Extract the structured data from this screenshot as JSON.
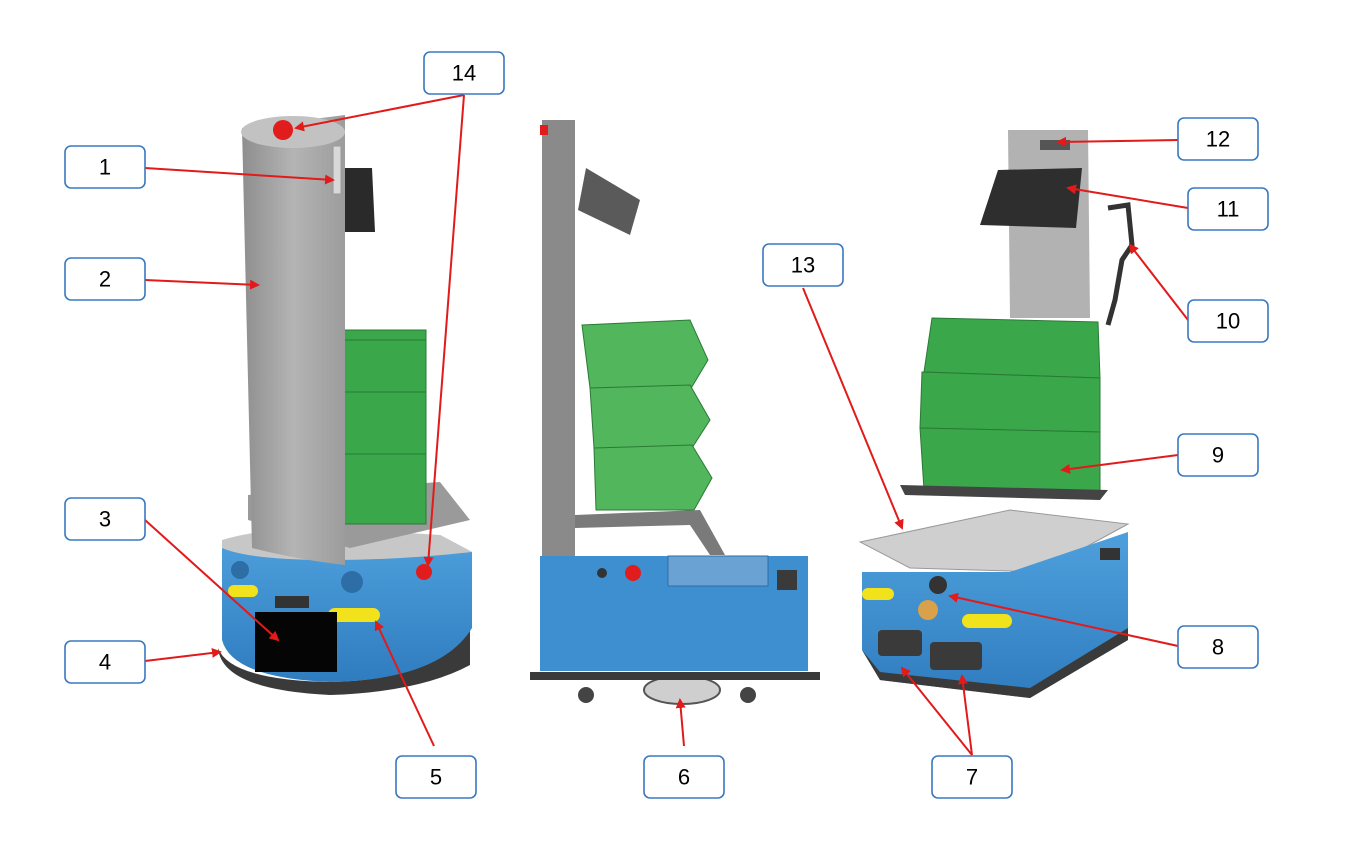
{
  "labels": [
    "1",
    "2",
    "3",
    "4",
    "5",
    "6",
    "7",
    "8",
    "9",
    "10",
    "11",
    "12",
    "13",
    "14"
  ],
  "colors": {
    "label_border": "#3a78c0",
    "arrow": "#e21a1a",
    "chassis_blue": "#3d8fd0",
    "bin_green": "#3aa84a",
    "mast_grey": "#a8a8a8",
    "bumper_yellow": "#f2e21b",
    "estop_red": "#e11c1c"
  }
}
